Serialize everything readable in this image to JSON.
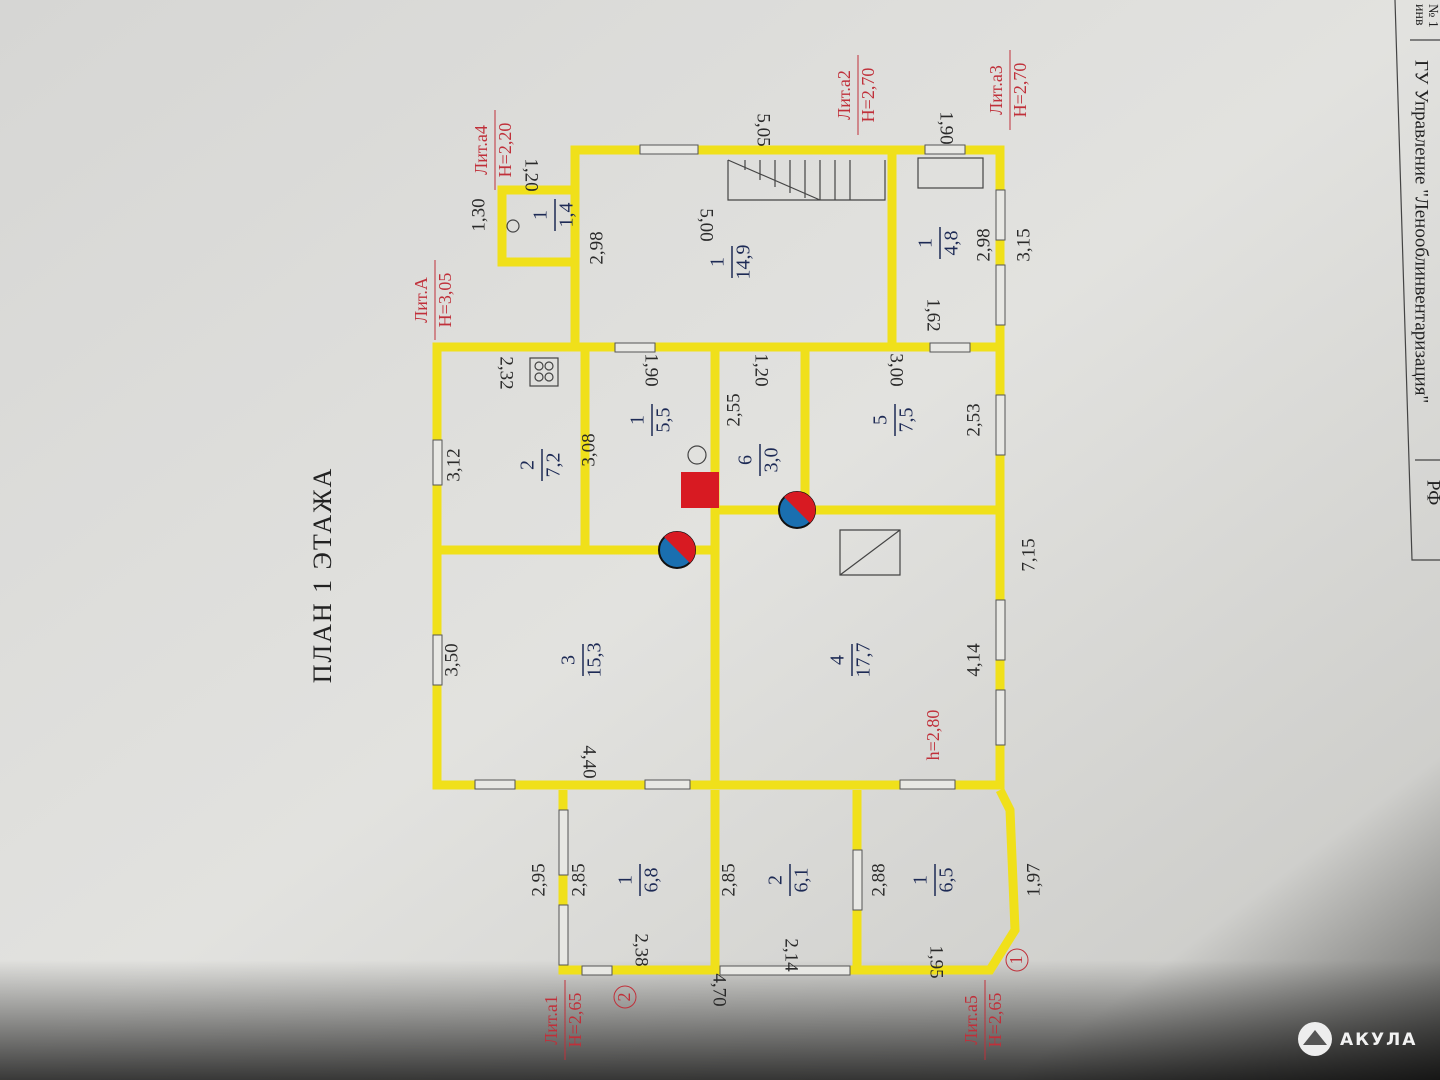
{
  "title": "ПЛАН 1 ЭТАЖА",
  "title_block": {
    "org": "ГУ Управление \"Ленооблинвентаризация\"",
    "inv": "инв",
    "no": "№ 1",
    "rf": "РФ"
  },
  "watermark": "АКУЛА",
  "colors": {
    "wall": "#f0e01a",
    "label_red": "#c0303a",
    "room_text": "#1d2a55"
  },
  "liters": [
    {
      "name": "Лит.А",
      "h": "H=3,05"
    },
    {
      "name": "Лит.а4",
      "h": "H=2,20"
    },
    {
      "name": "Лит.а2",
      "h": "H=2,70"
    },
    {
      "name": "Лит.а3",
      "h": "H=2,70"
    },
    {
      "name": "Лит.а1",
      "h": "H=2,65"
    },
    {
      "name": "Лит.а5",
      "h": "H=2,65"
    }
  ],
  "rooms": [
    {
      "num": "3",
      "area": "15,3"
    },
    {
      "num": "4",
      "area": "17,7"
    },
    {
      "num": "2",
      "area": "7,2"
    },
    {
      "num": "1",
      "area": "5,5"
    },
    {
      "num": "6",
      "area": "3,0"
    },
    {
      "num": "5",
      "area": "7,5"
    },
    {
      "num": "1",
      "area": "14,9"
    },
    {
      "num": "1",
      "area": "1,4"
    },
    {
      "num": "1",
      "area": "4,8"
    },
    {
      "num": "1",
      "area": "6,8"
    },
    {
      "num": "2",
      "area": "6,1"
    },
    {
      "num": "1",
      "area": "6,5"
    }
  ],
  "dims": [
    "3,50",
    "4,40",
    "4,14",
    "7,15",
    "3,12",
    "2,32",
    "3,08",
    "1,90",
    "1,20",
    "2,55",
    "3,00",
    "2,53",
    "2,98",
    "5,00",
    "5,05",
    "1,20",
    "1,30",
    "1,90",
    "2,98",
    "3,15",
    "1,62",
    "2,95",
    "2,85",
    "2,38",
    "2,85",
    "2,14",
    "2,88",
    "1,95",
    "1,97",
    "4,70"
  ],
  "ceiling_height": "h=2,80",
  "markers": [
    "1",
    "2"
  ]
}
